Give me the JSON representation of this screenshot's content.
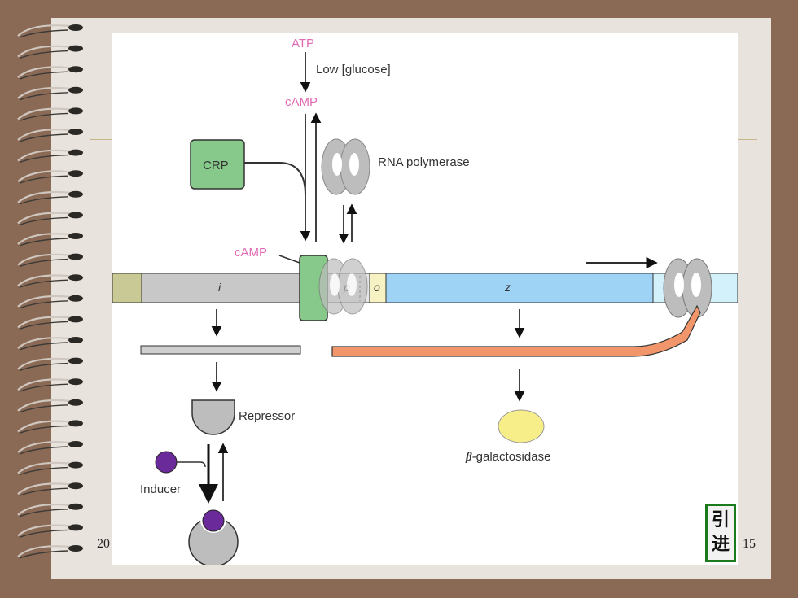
{
  "diagram": {
    "top_inputs": {
      "atp": "ATP",
      "condition": "Low [glucose]",
      "camp": "cAMP"
    },
    "crp": "CRP",
    "rna_polymerase": "RNA polymerase",
    "camp_site": "cAMP",
    "genes": {
      "i": "i",
      "p": "p",
      "o": "o",
      "z": "z"
    },
    "repressor": "Repressor",
    "inducer": "Inducer",
    "enzyme_prefix": "β",
    "enzyme_suffix": "-galactosidase"
  },
  "footer": {
    "left_fragment": "20",
    "page_number": "15"
  },
  "nav": {
    "char1": "引",
    "char2": "进"
  },
  "colors": {
    "crp_green": "#86c98a",
    "gene_z_blue": "#9fd3f5",
    "gene_i_gray": "#c8c8c8",
    "mrna_orange": "#f1956a",
    "inducer_purple": "#6a2a9a",
    "enzyme_yellow": "#f7ee8a",
    "label_pink": "#e06ab4"
  }
}
